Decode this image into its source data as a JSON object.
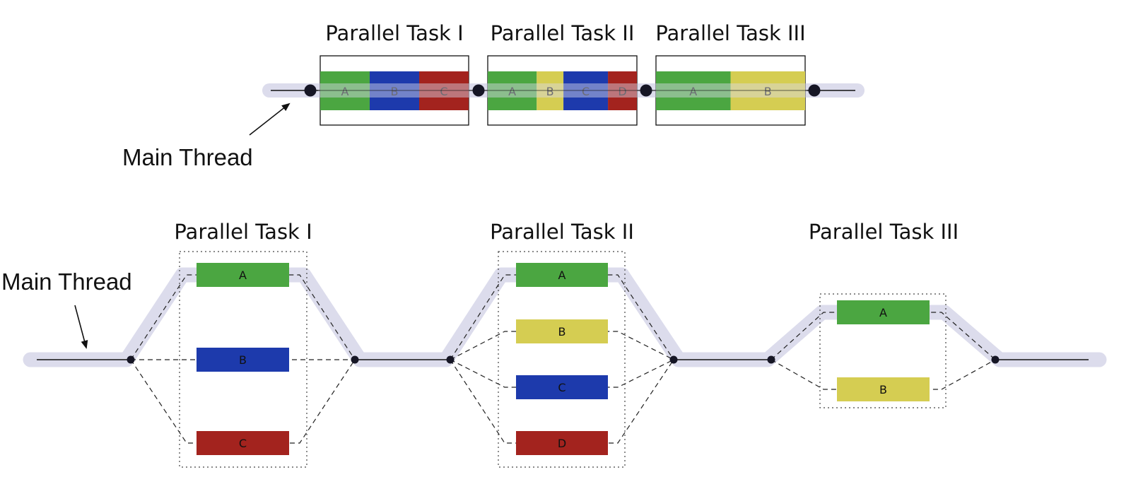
{
  "colors": {
    "A": "#4ba641",
    "B": "#d5cd52",
    "C": "#a3231e",
    "D": "#a3231e",
    "blue": "#1d3aac",
    "thread_band": "#dcdcec",
    "node": "#161625",
    "box_border": "#111111"
  },
  "sequential": {
    "main_thread_label": "Main Thread",
    "tasks": [
      {
        "title": "Parallel Task I",
        "segments": [
          {
            "label": "A",
            "color": "#4ba641",
            "duration": 1
          },
          {
            "label": "B",
            "color": "#1d3aac",
            "duration": 1
          },
          {
            "label": "C",
            "color": "#a3231e",
            "duration": 1
          }
        ]
      },
      {
        "title": "Parallel Task II",
        "segments": [
          {
            "label": "A",
            "color": "#4ba641",
            "duration": 1.1
          },
          {
            "label": "B",
            "color": "#d5cd52",
            "duration": 0.6
          },
          {
            "label": "C",
            "color": "#1d3aac",
            "duration": 1
          },
          {
            "label": "D",
            "color": "#a3231e",
            "duration": 0.65
          }
        ]
      },
      {
        "title": "Parallel Task III",
        "segments": [
          {
            "label": "A",
            "color": "#4ba641",
            "duration": 1
          },
          {
            "label": "B",
            "color": "#d5cd52",
            "duration": 1
          }
        ]
      }
    ]
  },
  "parallel": {
    "main_thread_label": "Main Thread",
    "tasks": [
      {
        "title": "Parallel Task I",
        "threads": [
          {
            "label": "A",
            "color": "#4ba641"
          },
          {
            "label": "B",
            "color": "#1d3aac"
          },
          {
            "label": "C",
            "color": "#a3231e"
          }
        ]
      },
      {
        "title": "Parallel Task II",
        "threads": [
          {
            "label": "A",
            "color": "#4ba641"
          },
          {
            "label": "B",
            "color": "#d5cd52"
          },
          {
            "label": "C",
            "color": "#1d3aac"
          },
          {
            "label": "D",
            "color": "#a3231e"
          }
        ]
      },
      {
        "title": "Parallel Task III",
        "threads": [
          {
            "label": "A",
            "color": "#4ba641"
          },
          {
            "label": "B",
            "color": "#d5cd52"
          }
        ]
      }
    ]
  }
}
